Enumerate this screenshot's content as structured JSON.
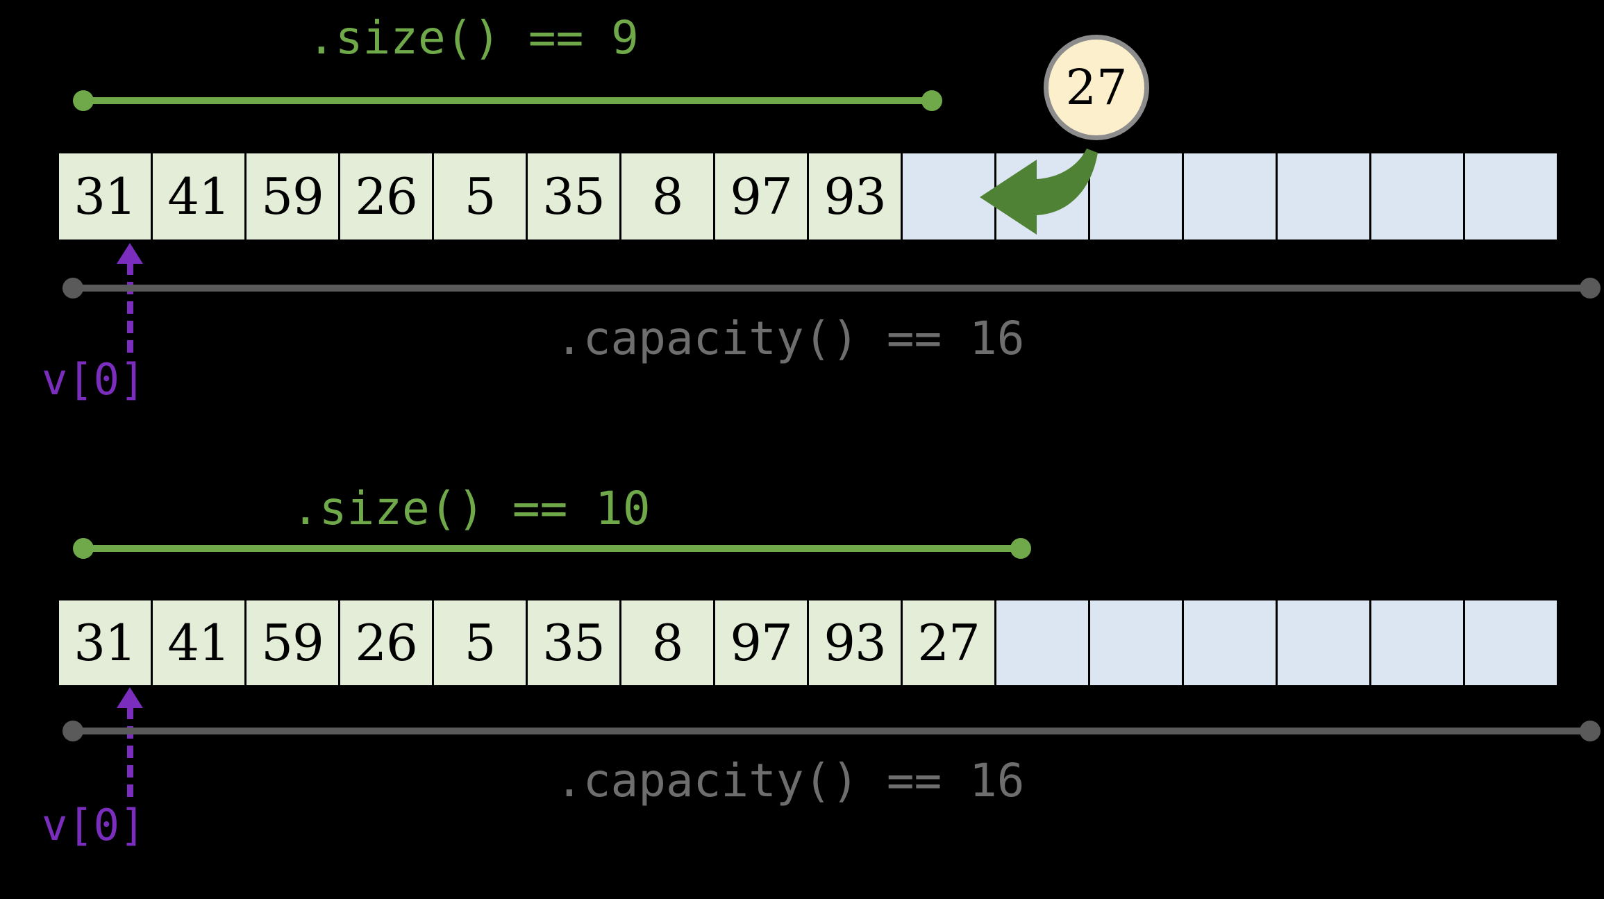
{
  "palette": {
    "background": "#000000",
    "filled_cell": "#E3EDD7",
    "empty_cell": "#DCE6F3",
    "cell_border": "#000000",
    "size_accent": "#6FA94A",
    "capacity_accent": "#5A5A5A",
    "capacity_text": "#6E6E6E",
    "pointer_accent": "#7B2DBE",
    "bubble_fill": "#FCEFCB",
    "bubble_border": "#8C8C8C",
    "arrow_fill": "#4F8234"
  },
  "panels": [
    {
      "id": "before",
      "size_label": ".size() == 9",
      "capacity_label": ".capacity() == 16",
      "index_label": "v[0]",
      "size": 9,
      "capacity": 16,
      "cells": [
        {
          "value": "31",
          "state": "filled"
        },
        {
          "value": "41",
          "state": "filled"
        },
        {
          "value": "59",
          "state": "filled"
        },
        {
          "value": "26",
          "state": "filled"
        },
        {
          "value": "5",
          "state": "filled"
        },
        {
          "value": "35",
          "state": "filled"
        },
        {
          "value": "8",
          "state": "filled"
        },
        {
          "value": "97",
          "state": "filled"
        },
        {
          "value": "93",
          "state": "filled"
        },
        {
          "value": "",
          "state": "empty"
        },
        {
          "value": "",
          "state": "empty"
        },
        {
          "value": "",
          "state": "empty"
        },
        {
          "value": "",
          "state": "empty"
        },
        {
          "value": "",
          "state": "empty"
        },
        {
          "value": "",
          "state": "empty"
        },
        {
          "value": "",
          "state": "empty"
        }
      ],
      "incoming_value": "27",
      "has_insert_arrow": true
    },
    {
      "id": "after",
      "size_label": ".size() == 10",
      "capacity_label": ".capacity() == 16",
      "index_label": "v[0]",
      "size": 10,
      "capacity": 16,
      "cells": [
        {
          "value": "31",
          "state": "filled"
        },
        {
          "value": "41",
          "state": "filled"
        },
        {
          "value": "59",
          "state": "filled"
        },
        {
          "value": "26",
          "state": "filled"
        },
        {
          "value": "5",
          "state": "filled"
        },
        {
          "value": "35",
          "state": "filled"
        },
        {
          "value": "8",
          "state": "filled"
        },
        {
          "value": "97",
          "state": "filled"
        },
        {
          "value": "93",
          "state": "filled"
        },
        {
          "value": "27",
          "state": "filled"
        },
        {
          "value": "",
          "state": "empty"
        },
        {
          "value": "",
          "state": "empty"
        },
        {
          "value": "",
          "state": "empty"
        },
        {
          "value": "",
          "state": "empty"
        },
        {
          "value": "",
          "state": "empty"
        },
        {
          "value": "",
          "state": "empty"
        }
      ],
      "incoming_value": null,
      "has_insert_arrow": false
    }
  ],
  "icons": {
    "insert_arrow": "curved-insert-arrow-icon",
    "pointer_arrow": "pointer-up-arrow-icon"
  }
}
